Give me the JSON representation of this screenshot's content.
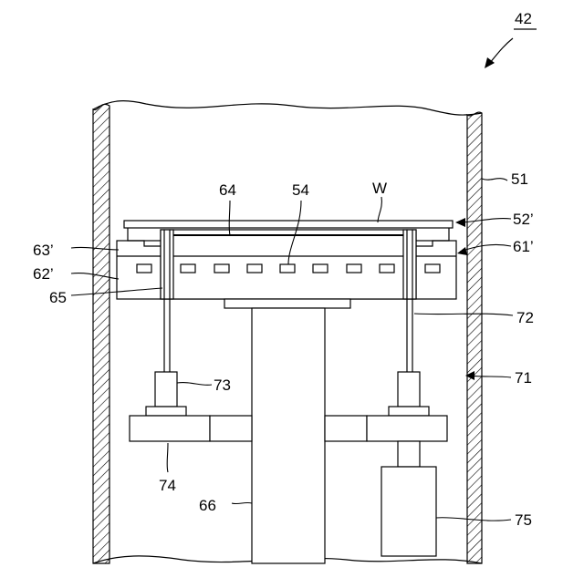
{
  "figure": {
    "number": "42"
  },
  "labels": {
    "l51": "51",
    "l52": "52’",
    "l61": "61’",
    "l62": "62’",
    "l63": "63’",
    "l64": "64",
    "l54": "54",
    "lW": "W",
    "l65": "65",
    "l72": "72",
    "l71": "71",
    "l73": "73",
    "l74": "74",
    "l66": "66",
    "l75": "75"
  }
}
